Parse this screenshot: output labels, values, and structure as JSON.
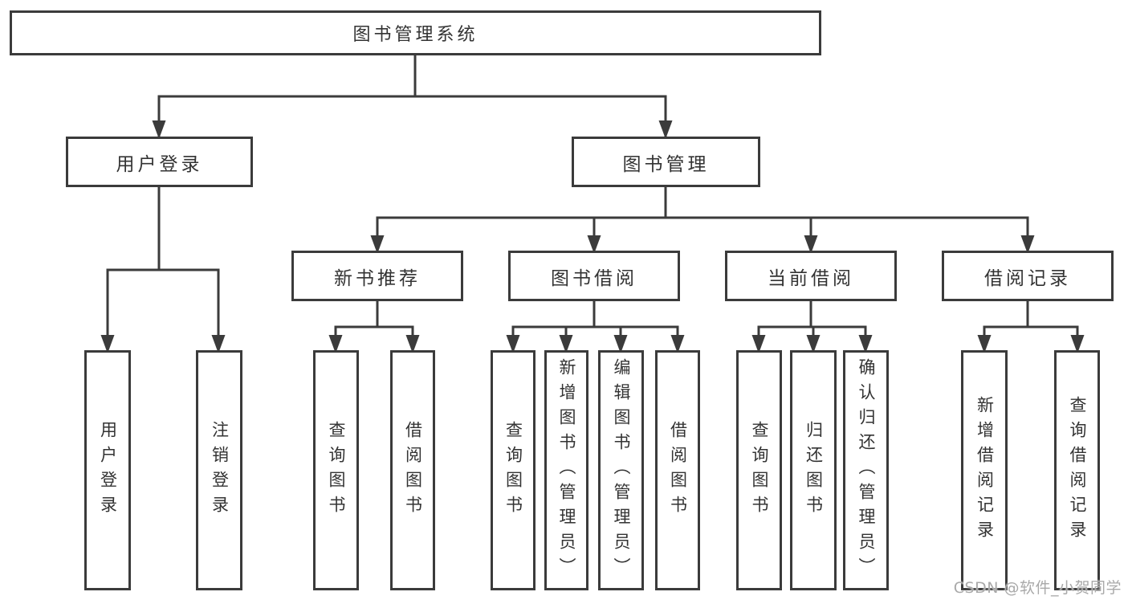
{
  "diagram_title": "图书管理系统",
  "tree": {
    "root": {
      "label": "图书管理系统"
    },
    "children": [
      {
        "label": "用户登录",
        "children": [
          {
            "label": "用户登录"
          },
          {
            "label": "注销登录"
          }
        ]
      },
      {
        "label": "图书管理",
        "children": [
          {
            "label": "新书推荐",
            "children": [
              {
                "label": "查询图书"
              },
              {
                "label": "借阅图书"
              }
            ]
          },
          {
            "label": "图书借阅",
            "children": [
              {
                "label": "查询图书"
              },
              {
                "label": "新增图书（管理员）"
              },
              {
                "label": "编辑图书（管理员）"
              },
              {
                "label": "借阅图书"
              }
            ]
          },
          {
            "label": "当前借阅",
            "children": [
              {
                "label": "查询图书"
              },
              {
                "label": "归还图书"
              },
              {
                "label": "确认归还（管理员）"
              }
            ]
          },
          {
            "label": "借阅记录",
            "children": [
              {
                "label": "新增借阅记录"
              },
              {
                "label": "查询借阅记录"
              }
            ]
          }
        ]
      }
    ]
  },
  "watermark": "CSDN @软件_小贺同学",
  "colors": {
    "line": "#3b3b3b",
    "text": "#333333",
    "watermark": "#a9a9a9",
    "node_background": "#ffffff"
  }
}
